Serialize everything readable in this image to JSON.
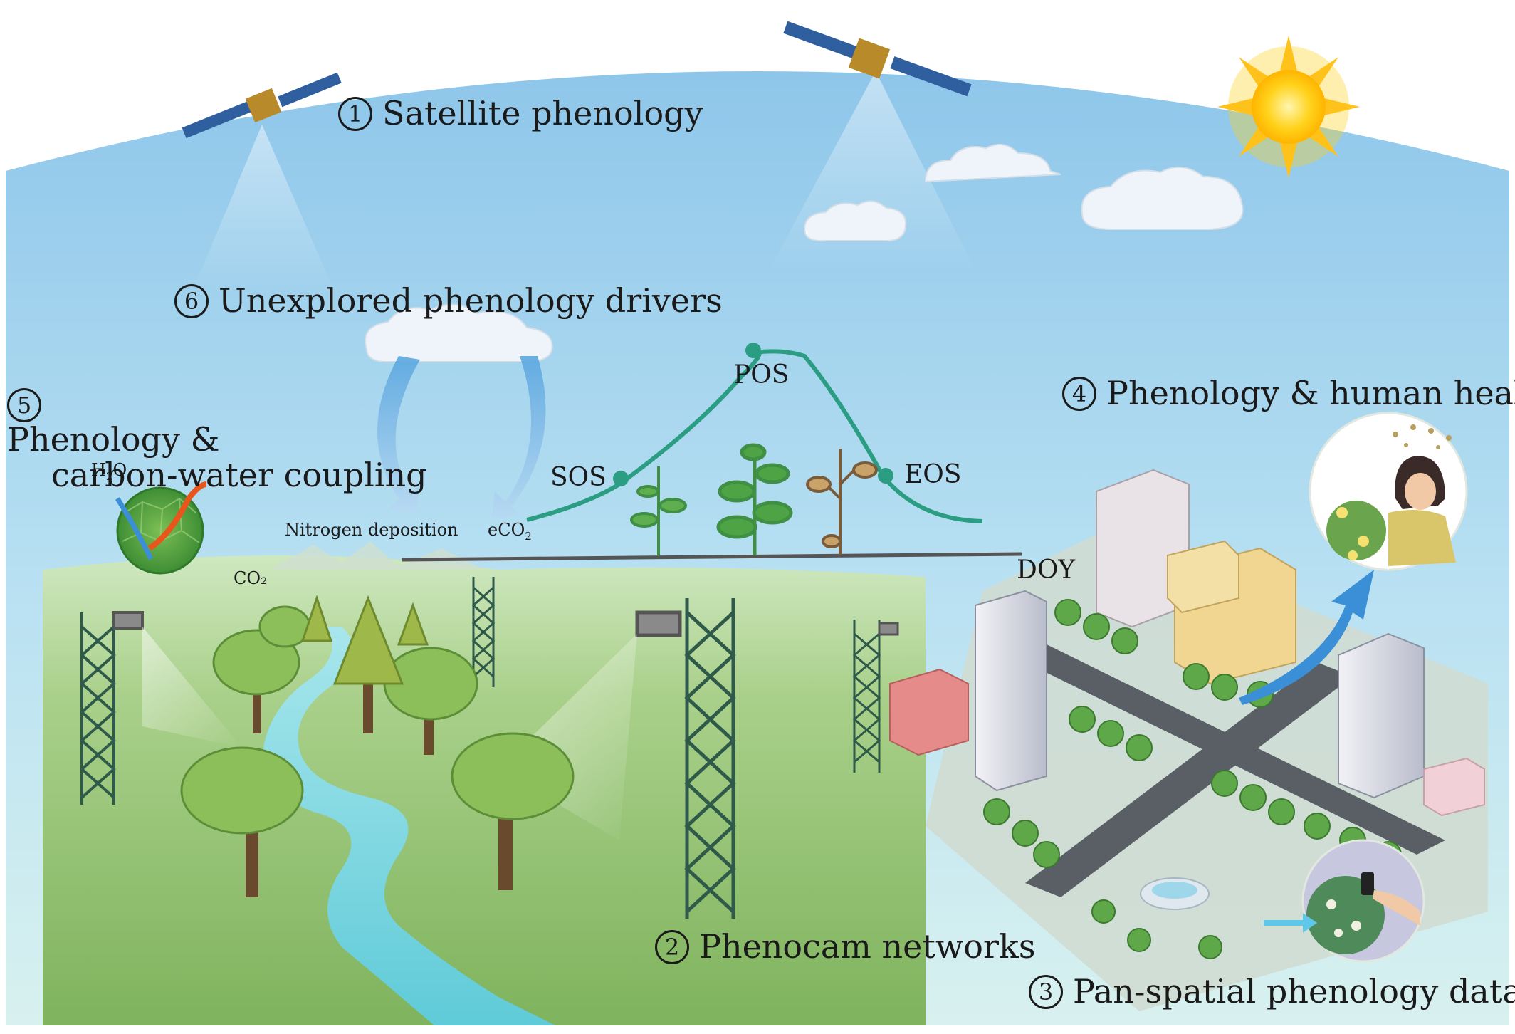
{
  "labels": {
    "satellite": {
      "num": "1",
      "text": "Satellite phenology"
    },
    "phenocam": {
      "num": "2",
      "text": "Phenocam networks"
    },
    "panspatial": {
      "num": "3",
      "text": "Pan-spatial phenology data"
    },
    "health": {
      "num": "4",
      "text": "Phenology & human health"
    },
    "carbon": {
      "num": "5",
      "line1": "Phenology &",
      "line2": "carbon-water coupling"
    },
    "drivers": {
      "num": "6",
      "text": "Unexplored phenology drivers"
    }
  },
  "curve": {
    "sos": "SOS",
    "pos": "POS",
    "eos": "EOS",
    "axis": "DOY"
  },
  "drivers": {
    "nitrogen": "Nitrogen deposition",
    "eco2_prefix": "eCO",
    "eco2_sub": "2"
  },
  "leaf": {
    "h2o_a": "H",
    "h2o_sub": "2",
    "h2o_b": "O",
    "co2": "CO₂"
  },
  "colors": {
    "sky": "#8cc8e8",
    "curve": "#2a9d82",
    "ground": "#a9cf82",
    "river": "#7fd6e0",
    "arrow_blue": "#3a8fd6"
  }
}
